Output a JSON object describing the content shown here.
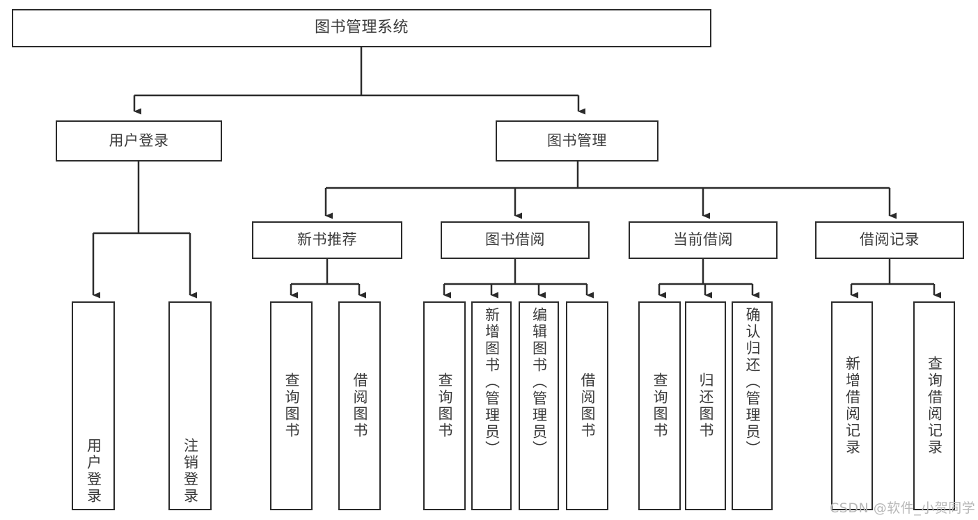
{
  "diagram": {
    "title": "图书管理系统",
    "watermark": "CSDN @软件_小贺同学",
    "colors": {
      "border": "#2b2b2b",
      "text": "#3a3a3a",
      "background": "#ffffff",
      "connector": "#2b2b2b",
      "watermark": "#b8b8b8"
    },
    "root": {
      "label": "图书管理系统"
    },
    "level2": [
      {
        "label": "用户登录"
      },
      {
        "label": "图书管理"
      }
    ],
    "level3": [
      {
        "label": "新书推荐"
      },
      {
        "label": "图书借阅"
      },
      {
        "label": "当前借阅"
      },
      {
        "label": "借阅记录"
      }
    ],
    "leaves": {
      "user_login": [
        {
          "label": "用户登录"
        },
        {
          "label": "注销登录"
        }
      ],
      "new_book_recommend": [
        {
          "label": "查询图书"
        },
        {
          "label": "借阅图书"
        }
      ],
      "book_borrow": [
        {
          "label": "查询图书"
        },
        {
          "label": "新增图书（管理员）"
        },
        {
          "label": "编辑图书（管理员）"
        },
        {
          "label": "借阅图书"
        }
      ],
      "current_borrow": [
        {
          "label": "查询图书"
        },
        {
          "label": "归还图书"
        },
        {
          "label": "确认归还（管理员）"
        }
      ],
      "borrow_record": [
        {
          "label": "新增借阅记录"
        },
        {
          "label": "查询借阅记录"
        }
      ]
    }
  }
}
